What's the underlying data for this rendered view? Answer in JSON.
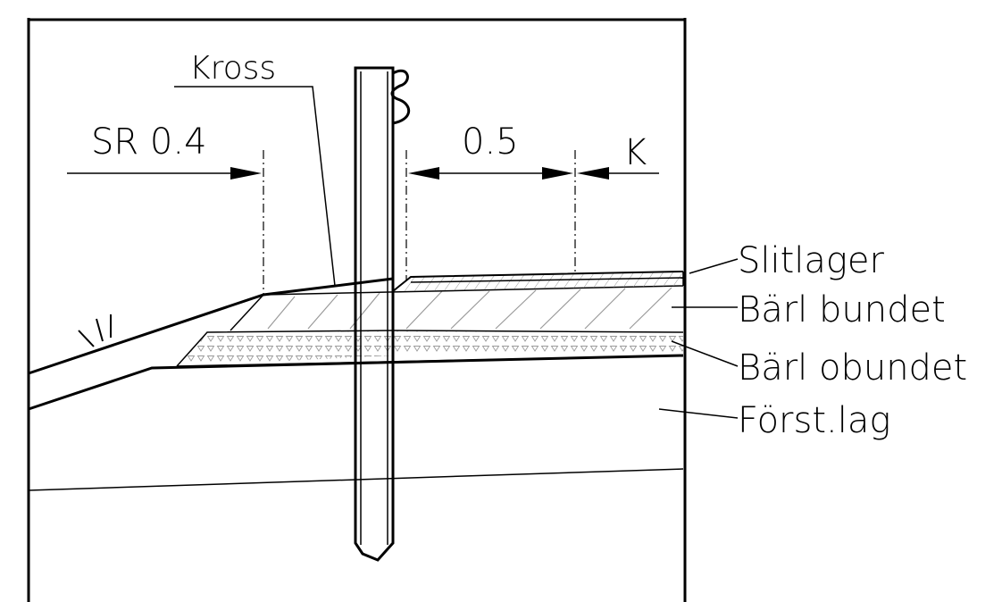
{
  "labels": {
    "kross": "Kross",
    "sr": "SR 0.4",
    "dim_05": "0.5",
    "k": "K",
    "slitlager": "Slitlager",
    "barl_bundet": "Bärl bundet",
    "barl_obundet": "Bärl obundet",
    "forst_lag": "Först.lag"
  },
  "colors": {
    "line": "#000000",
    "hatch": "#9a9a9a",
    "background": "#ffffff"
  }
}
